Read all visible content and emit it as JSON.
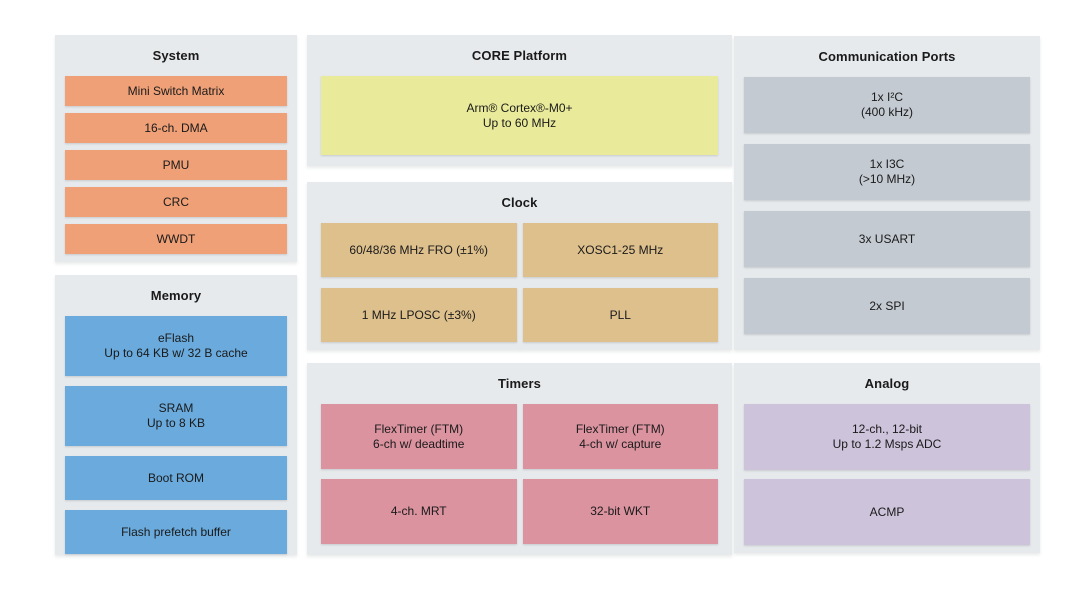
{
  "colors": {
    "canvas": "#ffffff",
    "panel_background": "#e6eaed",
    "text": "#1a1a1a",
    "system_orange": "#efa077",
    "memory_blue": "#6aaadc",
    "core_yellow": "#e9eb9a",
    "clock_tan": "#dec08d",
    "timers_pink": "#db93a0",
    "comm_gray": "#c4cad2",
    "analog_purple": "#cdc3db"
  },
  "panels": {
    "system": {
      "title": "System",
      "color": "#efa077",
      "blocks": [
        "Mini Switch Matrix",
        "16-ch. DMA",
        "PMU",
        "CRC",
        "WWDT"
      ]
    },
    "memory": {
      "title": "Memory",
      "color": "#6aaadc",
      "blocks": [
        "eFlash\nUp to 64 KB w/ 32 B cache",
        "SRAM\nUp to 8 KB",
        "Boot ROM",
        "Flash prefetch buffer"
      ]
    },
    "core": {
      "title": "CORE Platform",
      "color": "#e9eb9a",
      "blocks": [
        "Arm® Cortex®-M0+\nUp to 60 MHz"
      ]
    },
    "clock": {
      "title": "Clock",
      "color": "#dec08d",
      "blocks": [
        "60/48/36 MHz FRO (±1%)",
        "XOSC1-25 MHz",
        "1 MHz LPOSC (±3%)",
        "PLL"
      ]
    },
    "timers": {
      "title": "Timers",
      "color": "#db93a0",
      "blocks": [
        "FlexTimer (FTM)\n6-ch w/ deadtime",
        "FlexTimer (FTM)\n4-ch w/ capture",
        "4-ch. MRT",
        "32-bit WKT"
      ]
    },
    "comm": {
      "title": "Communication Ports",
      "color": "#c4cad2",
      "blocks": [
        "1x I²C\n(400 kHz)",
        "1x I3C\n(>10 MHz)",
        "3x USART",
        "2x SPI"
      ]
    },
    "analog": {
      "title": "Analog",
      "color": "#cdc3db",
      "blocks": [
        "12-ch., 12-bit\nUp to 1.2 Msps ADC",
        "ACMP"
      ]
    }
  }
}
